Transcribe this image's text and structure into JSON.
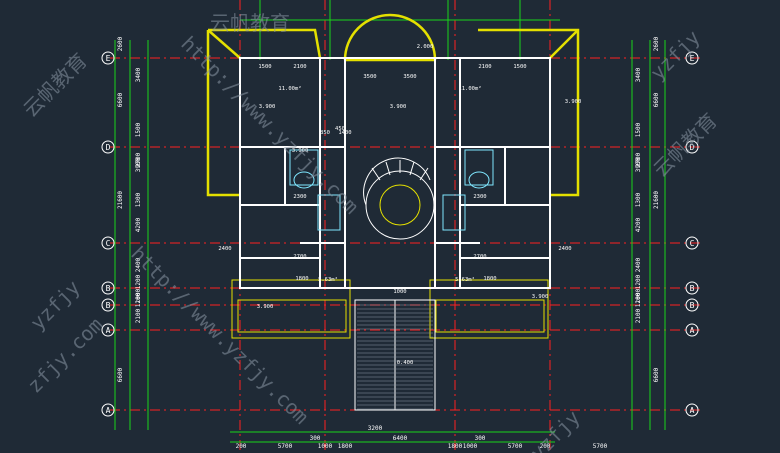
{
  "colors": {
    "background": "#1f2a36",
    "wall": "#ffffff",
    "outline": "#e4e000",
    "axis": "#ff2020",
    "dimension": "#19d419",
    "text_cyan": "#7fe7ff",
    "text_white": "#ffffff",
    "watermark": "#8a96a4"
  },
  "axis_labels_left": [
    "E",
    "D",
    "C",
    "B",
    "B",
    "A",
    "A"
  ],
  "axis_labels_right": [
    "E",
    "D",
    "C",
    "B",
    "B",
    "A",
    "A"
  ],
  "left_dims": [
    "2600",
    "6600",
    "3400",
    "1500",
    "3900",
    "2700",
    "21600",
    "1300",
    "4200",
    "2400",
    "1200",
    "1000",
    "1200",
    "2100",
    "6600"
  ],
  "right_dims": [
    "2600",
    "6600",
    "3400",
    "1500",
    "3900",
    "2700",
    "21600",
    "1300",
    "4200",
    "2400",
    "1200",
    "1000",
    "1200",
    "2100",
    "6600"
  ],
  "bottom_dims": [
    "200",
    "5700",
    "300",
    "1000",
    "1800",
    "6400",
    "1800",
    "1000",
    "300",
    "5700",
    "200",
    "3200",
    "5700"
  ],
  "room_texts": [
    "3.900",
    "3.900",
    "3.900",
    "3.900",
    "11.00m²",
    "11.00m²",
    "5.63m²",
    "5.63m²",
    "3.900",
    "3.900",
    "0.400",
    "2.000",
    "1000",
    "1500",
    "1500",
    "2100",
    "2100",
    "3500",
    "3500",
    "2700",
    "2700",
    "1800",
    "1800",
    "2400",
    "2400",
    "2300",
    "2300",
    "450",
    "1400",
    "850"
  ],
  "watermarks": [
    "http://www.yzfjy.com",
    "http://www.yzfjy.com",
    "yzfjy",
    "yzfjy",
    "云帆教育",
    "云帆教育",
    "云帆教育",
    "zfjy.com",
    "yzfjy"
  ]
}
